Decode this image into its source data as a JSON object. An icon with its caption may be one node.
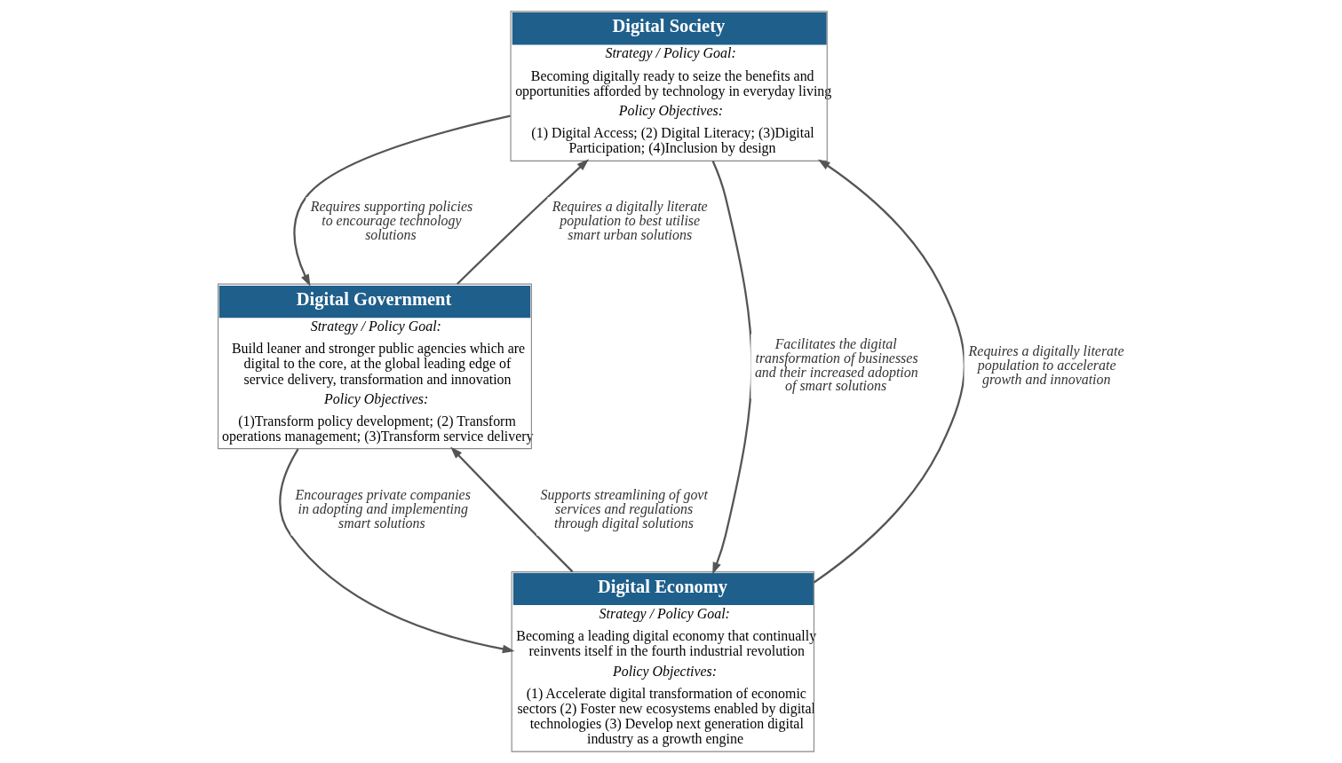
{
  "diagram": {
    "nodes": [
      {
        "text": [
          "Digital Society",
          "Strategy / Policy Goal:",
          "Becoming digitally ready to seize the benefits and opportunities afforded by technology in everyday living",
          "Policy Objectives:",
          "(1) Digital Access; (2) Digital Literacy; (3)Digital Participation; (4)Inclusion by design"
        ]
      },
      {
        "text": [
          "Digital Government",
          "Strategy / Policy Goal:",
          "Build leaner and stronger public agencies which are digital to the core, at the global leading edge of service delivery, transformation and innovation",
          "Policy Objectives:",
          "(1)Transform policy development; (2) Transform operations management; (3)Transform service delivery"
        ]
      },
      {
        "text": [
          "Digital Economy",
          "Strategy / Policy Goal:",
          "Becoming a leading digital economy that continually reinvents itself in the fourth industrial revolution",
          "Policy Objectives:",
          "(1) Accelerate digital transformation of economic sectors (2) Foster new ecosystems enabled by digital technologies (3) Develop next generation digital industry as a growth engine"
        ]
      }
    ],
    "edges": [
      {
        "from": 1,
        "to": 0,
        "arrow": "to",
        "label": "Requires a digitally literate population to best utilise smart urban solutions"
      },
      {
        "from": 0,
        "to": 1,
        "arrow": "to",
        "label": "Requires supporting policies to encourage technology solutions"
      },
      {
        "from": 0,
        "to": 2,
        "arrow": "to",
        "label": "Facilitates the digital transformation of businesses and their increased adoption of smart solutions"
      },
      {
        "from": 2,
        "to": 0,
        "arrow": "to",
        "label": "Requires a digitally literate population to accelerate growth and innovation"
      },
      {
        "from": 2,
        "to": 1,
        "arrow": "to",
        "label": "Supports streamlining of govt services and regulations through digital solutions"
      },
      {
        "from": 1,
        "to": 2,
        "arrow": "to",
        "label": "Encourages private companies in adopting and implementing smart solutions"
      }
    ]
  }
}
